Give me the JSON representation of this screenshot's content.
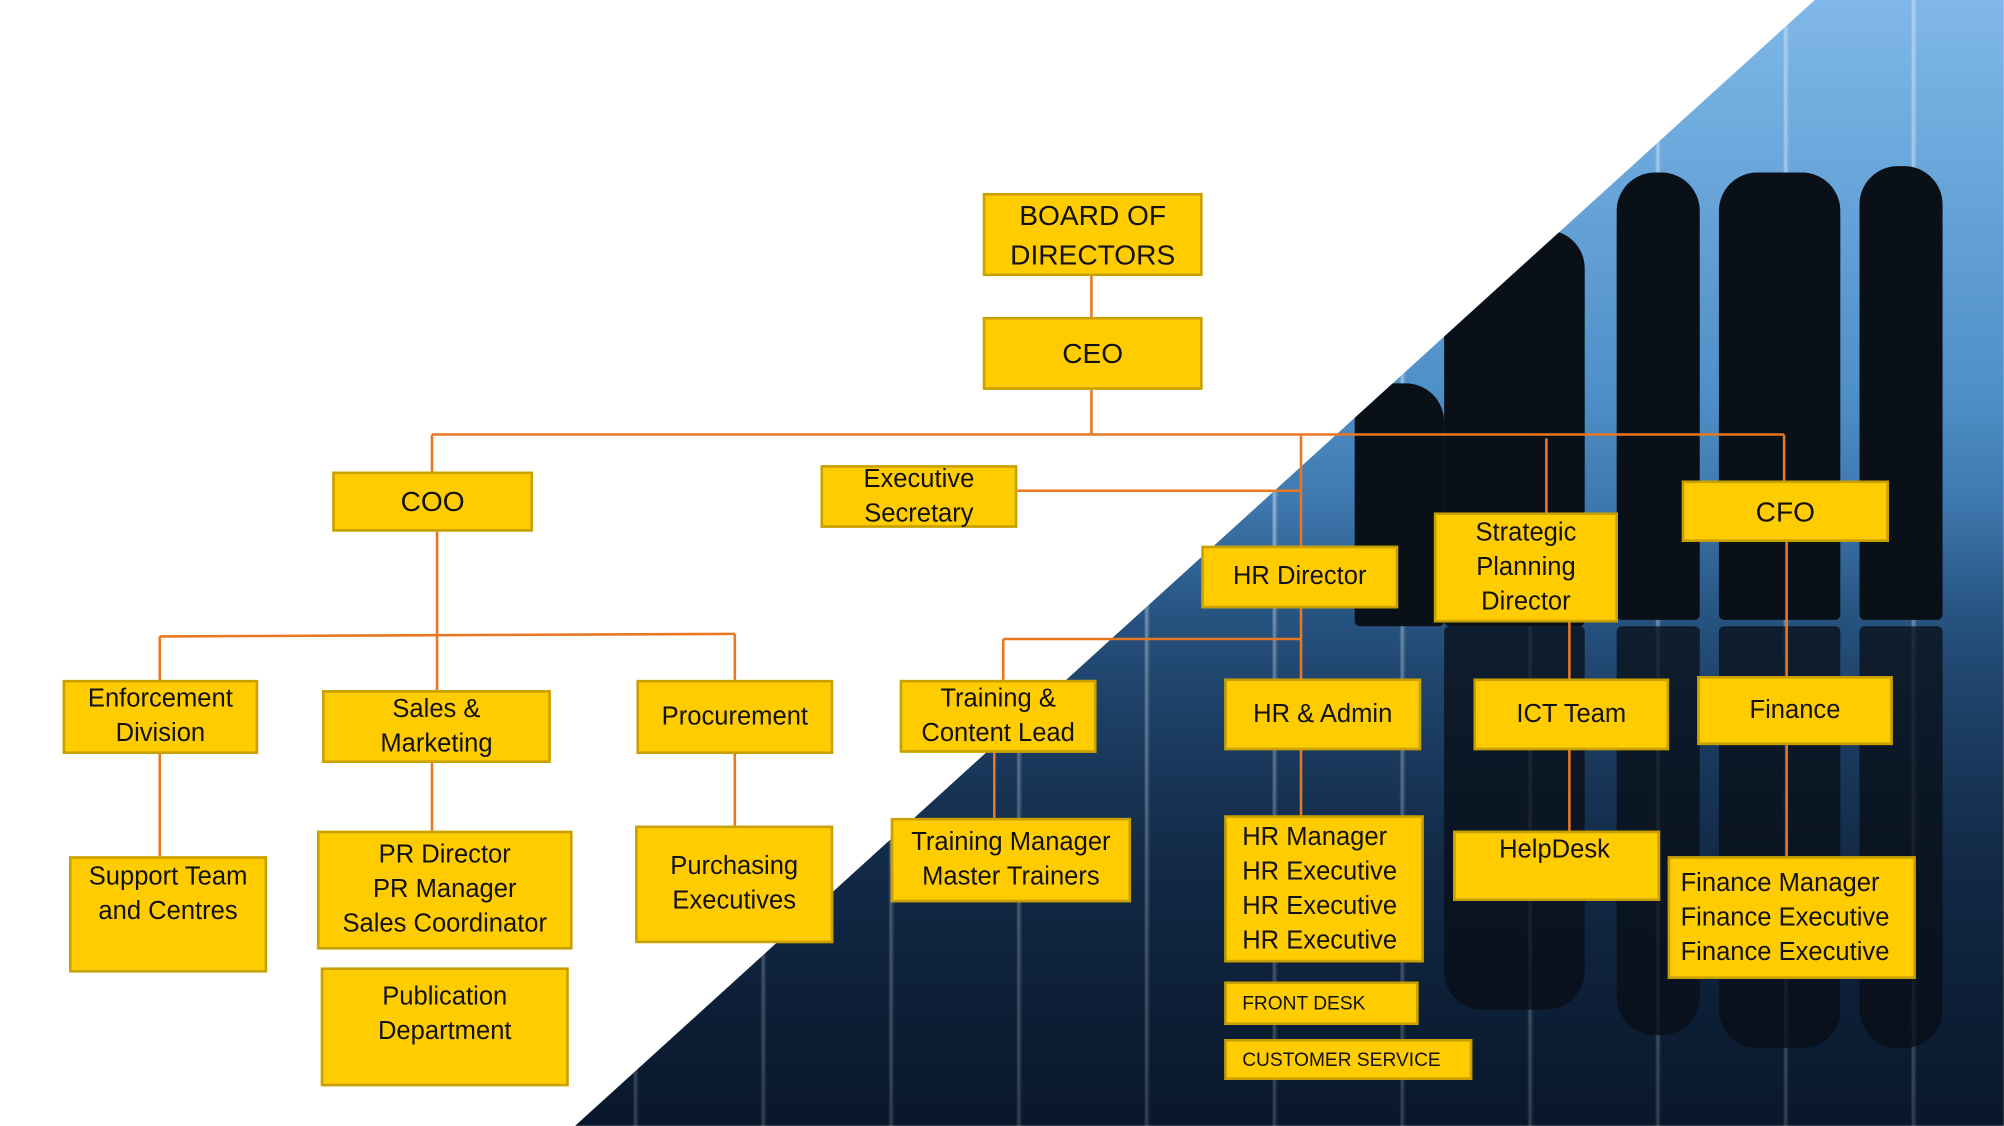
{
  "colors": {
    "box_fill": "#FFCC00",
    "box_border": "#C8A000",
    "connector": "#E87722"
  },
  "nodes": {
    "board": [
      "BOARD OF",
      "DIRECTORS"
    ],
    "ceo": [
      "CEO"
    ],
    "coo": [
      "COO"
    ],
    "exec_sec": [
      "Executive",
      "Secretary"
    ],
    "hr_director": [
      "HR Director"
    ],
    "strategic": [
      "Strategic",
      "Planning",
      "Director"
    ],
    "cfo": [
      "CFO"
    ],
    "enforcement": [
      "Enforcement",
      "Division"
    ],
    "sales": [
      "Sales &",
      "Marketing"
    ],
    "procurement": [
      "Procurement"
    ],
    "training": [
      "Training &",
      "Content Lead"
    ],
    "hr_admin": [
      "HR & Admin"
    ],
    "ict": [
      "ICT Team"
    ],
    "finance": [
      "Finance"
    ],
    "support": [
      "Support Team",
      "and Centres"
    ],
    "pr": [
      "PR Director",
      "PR Manager",
      "Sales Coordinator"
    ],
    "publication": [
      "Publication",
      "Department"
    ],
    "purchasing": [
      "Purchasing",
      "Executives"
    ],
    "training_mgr": [
      "Training Manager",
      "Master Trainers"
    ],
    "hr_staff": [
      "HR Manager",
      "HR Executive",
      "HR Executive",
      "HR Executive"
    ],
    "helpdesk": [
      "HelpDesk"
    ],
    "finance_staff": [
      "Finance Manager",
      "Finance Executive",
      "Finance Executive"
    ],
    "front_desk": [
      "FRONT DESK"
    ],
    "customer_service": [
      "CUSTOMER SERVICE"
    ]
  }
}
